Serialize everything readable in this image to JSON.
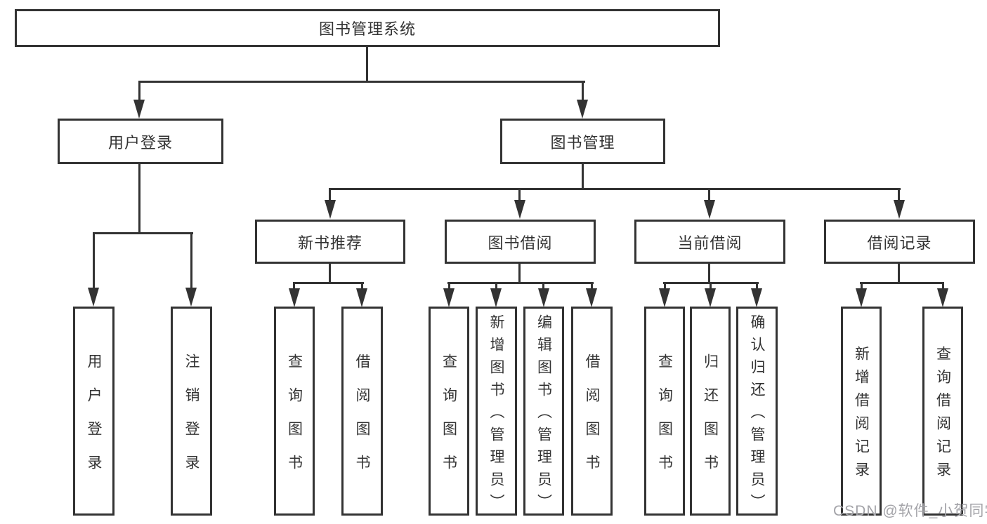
{
  "colors": {
    "line": "#333333",
    "background": "#ffffff",
    "watermark": "#a3a3a8"
  },
  "tree": {
    "root": {
      "label": "图书管理系统"
    },
    "level2": [
      {
        "label": "用户登录",
        "leaves": [
          {
            "label": "用户登录"
          },
          {
            "label": "注销登录"
          }
        ]
      },
      {
        "label": "图书管理",
        "groups": [
          {
            "label": "新书推荐",
            "leaves": [
              {
                "label": "查询图书"
              },
              {
                "label": "借阅图书"
              }
            ]
          },
          {
            "label": "图书借阅",
            "leaves": [
              {
                "label": "查询图书"
              },
              {
                "label": "新增图书（管理员）"
              },
              {
                "label": "编辑图书（管理员）"
              },
              {
                "label": "借阅图书"
              }
            ]
          },
          {
            "label": "当前借阅",
            "leaves": [
              {
                "label": "查询图书"
              },
              {
                "label": "归还图书"
              },
              {
                "label": "确认归还（管理员）"
              }
            ]
          },
          {
            "label": "借阅记录",
            "leaves": [
              {
                "label": "新增借阅记录"
              },
              {
                "label": "查询借阅记录"
              }
            ]
          }
        ]
      }
    ]
  },
  "watermark": {
    "text": "CSDN @软件_小贺同学"
  }
}
